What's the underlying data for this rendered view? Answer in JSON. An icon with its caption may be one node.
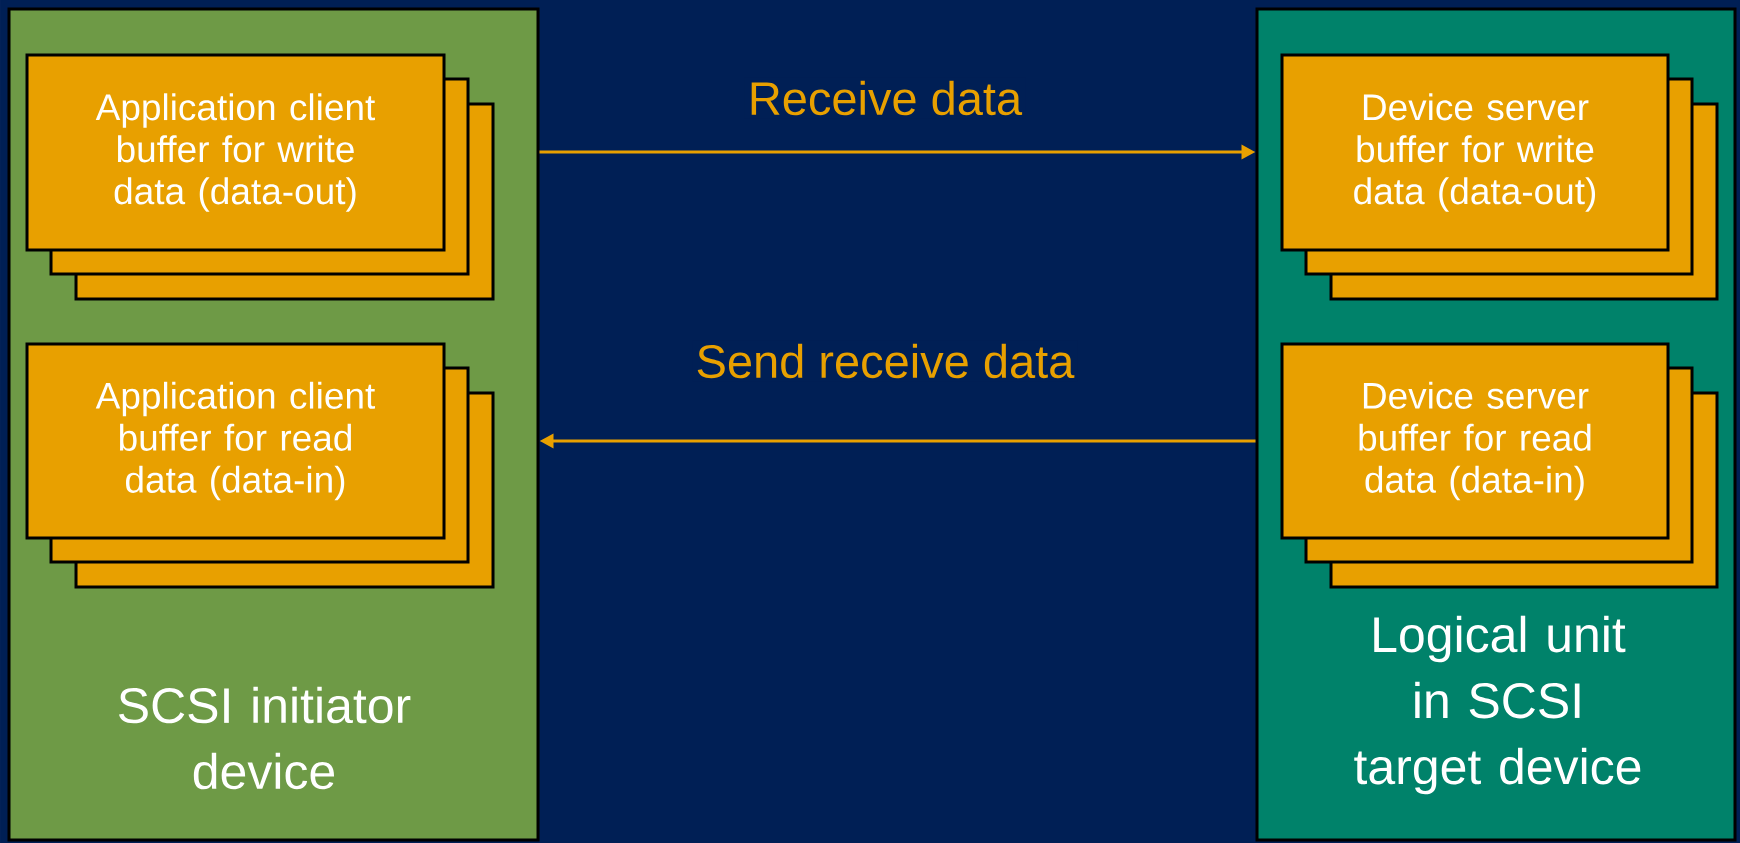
{
  "diagram": {
    "nodes": [
      {
        "text": [
          "SCSI initiator device"
        ]
      },
      {
        "text": [
          "Application client buffer for write data (data-out)"
        ],
        "in": 0
      },
      {
        "text": [
          "Application client buffer for read data (data-in)"
        ],
        "in": 0
      },
      {
        "text": [
          "Logical unit in SCSI target device"
        ]
      },
      {
        "text": [
          "Device server buffer for write data (data-out)"
        ],
        "in": 3
      },
      {
        "text": [
          "Device server buffer for read data (data-in)"
        ],
        "in": 3
      }
    ],
    "edges": [
      {
        "from": 0,
        "to": 3,
        "arrow": "to",
        "label": "Receive data"
      },
      {
        "from": 3,
        "to": 0,
        "arrow": "to",
        "label": "Send receive data"
      }
    ]
  }
}
